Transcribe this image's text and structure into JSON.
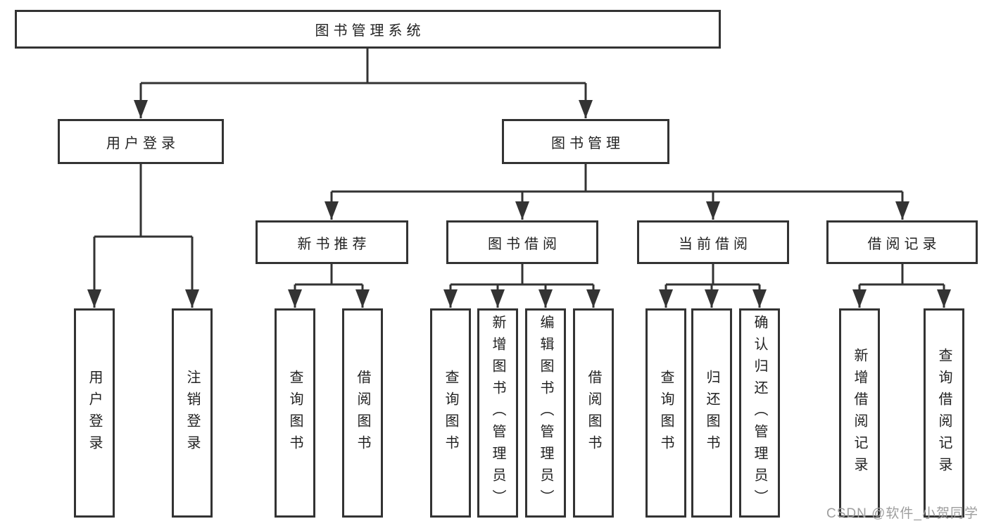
{
  "colors": {
    "line": "#333333",
    "box_border": "#333333",
    "text": "#222222",
    "watermark": "#9e9e9e",
    "background": "#ffffff"
  },
  "root": {
    "label": "图书管理系统"
  },
  "user_branch": {
    "label": "用户登录",
    "children": [
      {
        "label": "用户登录"
      },
      {
        "label": "注销登录"
      }
    ]
  },
  "book_branch": {
    "label": "图书管理",
    "groups": [
      {
        "label": "新书推荐",
        "children": [
          {
            "label": "查询图书"
          },
          {
            "label": "借阅图书"
          }
        ]
      },
      {
        "label": "图书借阅",
        "children": [
          {
            "label": "查询图书"
          },
          {
            "label": "新增图书（管理员）"
          },
          {
            "label": "编辑图书（管理员）"
          },
          {
            "label": "借阅图书"
          }
        ]
      },
      {
        "label": "当前借阅",
        "children": [
          {
            "label": "查询图书"
          },
          {
            "label": "归还图书"
          },
          {
            "label": "确认归还（管理员）"
          }
        ]
      },
      {
        "label": "借阅记录",
        "children": [
          {
            "label": "新增借阅记录"
          },
          {
            "label": "查询借阅记录"
          }
        ]
      }
    ]
  },
  "watermark": {
    "text": "CSDN @软件_小贺同学"
  }
}
